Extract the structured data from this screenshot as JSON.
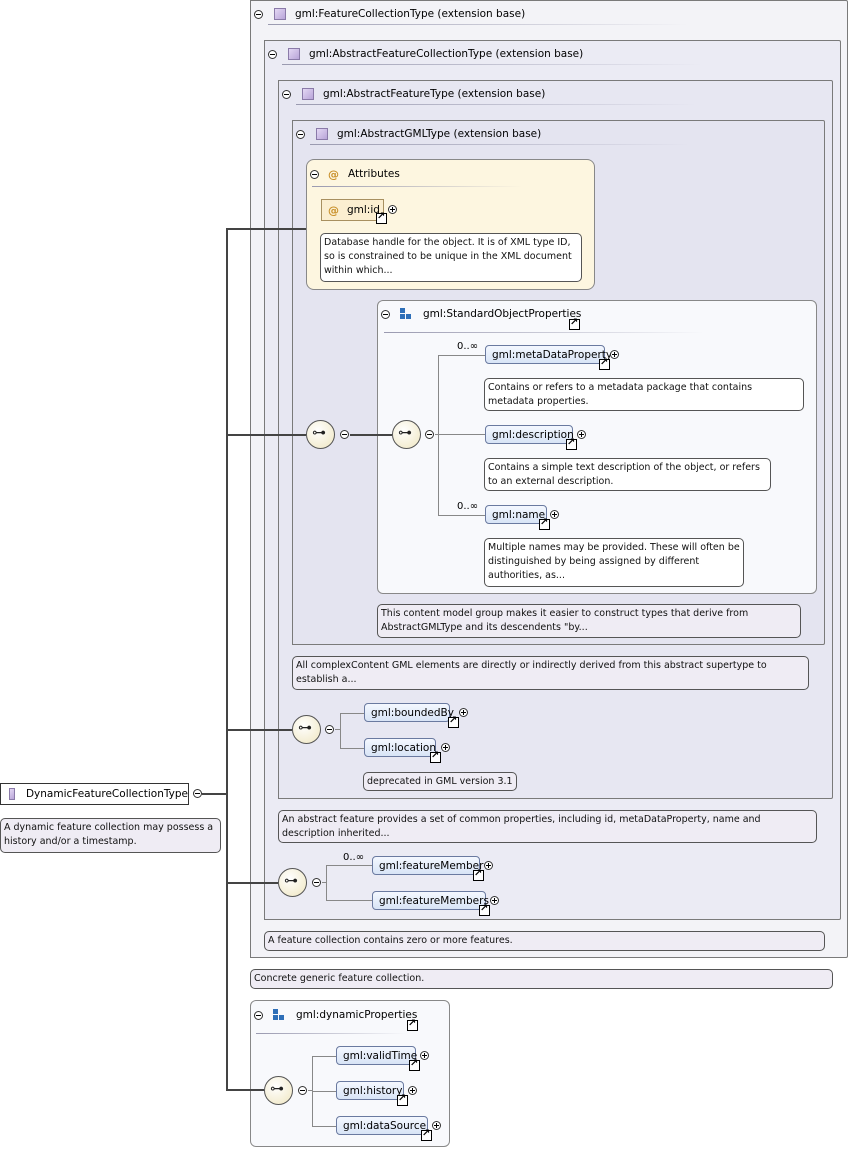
{
  "root": {
    "name": "DynamicFeatureCollectionType",
    "note": "A dynamic feature collection may possess a history and/or a timestamp."
  },
  "types": {
    "t1": {
      "label": "gml:FeatureCollectionType (extension base)",
      "note": "Concrete generic feature collection."
    },
    "t2": {
      "label": "gml:AbstractFeatureCollectionType (extension base)",
      "note": "A feature collection contains zero or more features."
    },
    "t3": {
      "label": "gml:AbstractFeatureType (extension base)",
      "note": "An abstract feature provides a set of common properties, including id, metaDataProperty, name and description inherited..."
    },
    "t4": {
      "label": "gml:AbstractGMLType (extension base)",
      "note": "All complexContent GML elements are directly or indirectly derived from this abstract supertype to establish a..."
    }
  },
  "attributes": {
    "label": "Attributes",
    "id": {
      "name": "gml:id",
      "note": "Database handle for the object. It is of XML type ID, so is constrained to be unique in the XML document within which..."
    }
  },
  "standard_group": {
    "label": "gml:StandardObjectProperties",
    "note": "This content model group makes it easier to construct types that derive from AbstractGMLType and its descendents \"by...",
    "elements": [
      {
        "name": "gml:metaDataProperty",
        "occurs": "0..∞",
        "note": "Contains or refers to a metadata package that contains metadata properties."
      },
      {
        "name": "gml:description",
        "occurs": "",
        "note": "Contains a simple text description of the object, or refers to an external description."
      },
      {
        "name": "gml:name",
        "occurs": "0..∞",
        "note": "Multiple names may be provided. These will often be distinguished by being assigned by different authorities, as..."
      }
    ]
  },
  "feature_elements": {
    "bounded_by": "gml:boundedBy",
    "location": "gml:location",
    "location_note": "deprecated in GML version 3.1"
  },
  "collection_elements": {
    "feature_member": "gml:featureMember",
    "feature_member_occurs": "0..∞",
    "feature_members": "gml:featureMembers"
  },
  "dynamic_group": {
    "label": "gml:dynamicProperties",
    "elements": [
      "gml:validTime",
      "gml:history",
      "gml:dataSource"
    ]
  }
}
